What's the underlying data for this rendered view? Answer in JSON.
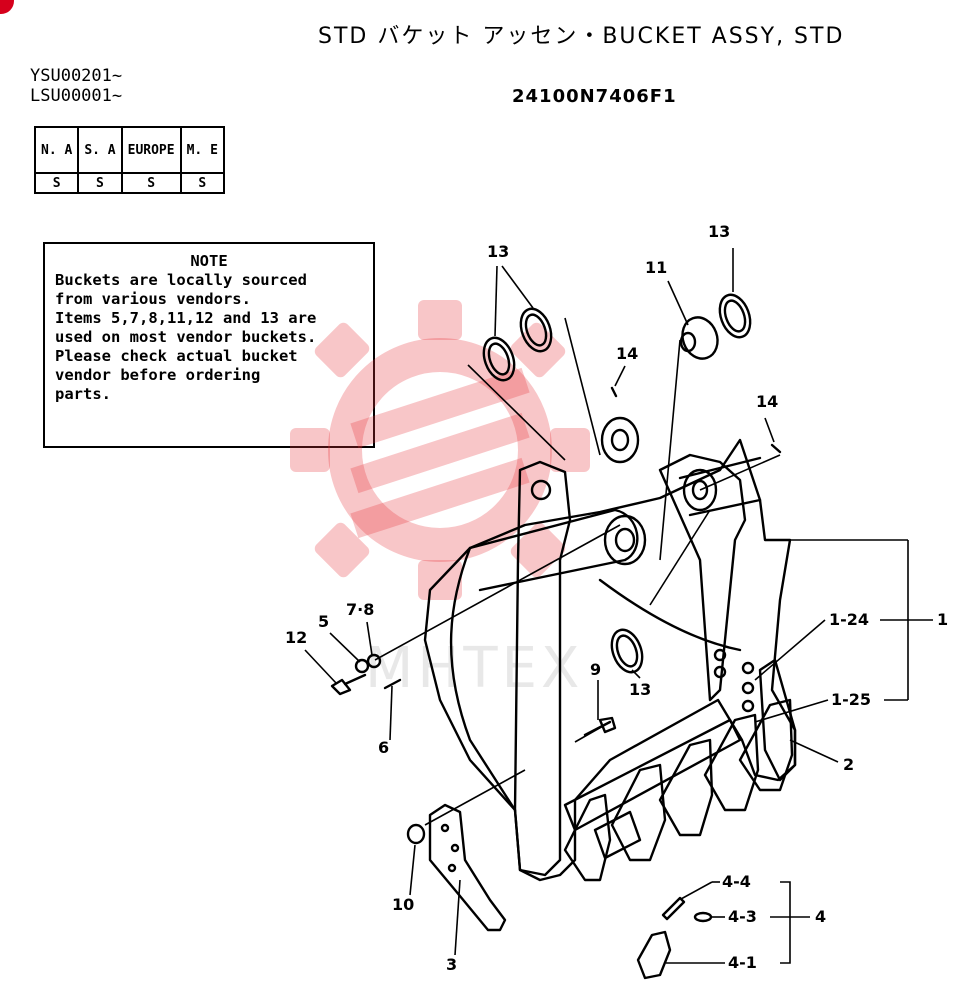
{
  "title": "STD バケット アッセン・BUCKET ASSY, STD",
  "serials": [
    "YSU00201~",
    "LSU00001~"
  ],
  "part_number": "24100N7406F1",
  "region_table": {
    "headers": [
      "N. A",
      "S. A",
      "EUROPE",
      "M. E"
    ],
    "values": [
      "S",
      "S",
      "S",
      "S"
    ]
  },
  "note": {
    "title": "NOTE",
    "lines": [
      "Buckets are locally sourced",
      "from various vendors.",
      "Items 5,7,8,11,12 and 13 are",
      "used on most vendor buckets.",
      "Please check actual bucket",
      "vendor before ordering",
      "parts."
    ]
  },
  "watermark": "MHTEX",
  "callouts": {
    "c13a": "13",
    "c13b": "13",
    "c13c": "13",
    "c11": "11",
    "c14a": "14",
    "c14b": "14",
    "c12": "12",
    "c5": "5",
    "c78": "7·8",
    "c6": "6",
    "c9": "9",
    "c10": "10",
    "c3": "3",
    "c1": "1",
    "c124": "1-24",
    "c125": "1-25",
    "c2": "2",
    "c44": "4-4",
    "c43": "4-3",
    "c41": "4-1",
    "c4": "4"
  },
  "colors": {
    "line": "#000000",
    "watermark": "#e5333a",
    "accent": "#d6001c"
  }
}
